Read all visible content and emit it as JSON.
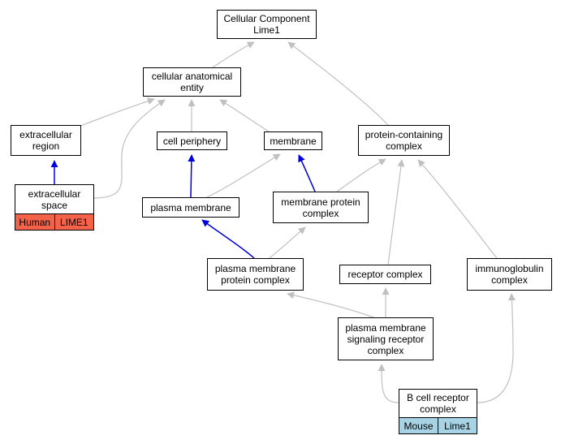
{
  "diagram": {
    "nodes": {
      "cellular_component": {
        "label": "Cellular Component\nLime1"
      },
      "cellular_anatomical_entity": {
        "label": "cellular anatomical\nentity"
      },
      "extracellular_region": {
        "label": "extracellular\nregion"
      },
      "cell_periphery": {
        "label": "cell periphery"
      },
      "membrane": {
        "label": "membrane"
      },
      "protein_containing_complex": {
        "label": "protein-containing\ncomplex"
      },
      "extracellular_space": {
        "label": "extracellular\nspace",
        "tags": [
          "Human",
          "LIME1"
        ]
      },
      "plasma_membrane": {
        "label": "plasma membrane"
      },
      "membrane_protein_complex": {
        "label": "membrane protein\ncomplex"
      },
      "plasma_membrane_protein_complex": {
        "label": "plasma membrane\nprotein complex"
      },
      "receptor_complex": {
        "label": "receptor complex"
      },
      "immunoglobulin_complex": {
        "label": "immunoglobulin\ncomplex"
      },
      "pm_signaling_receptor_complex": {
        "label": "plasma membrane\nsignaling receptor\ncomplex"
      },
      "b_cell_receptor_complex": {
        "label": "B cell receptor\ncomplex",
        "tags": [
          "Mouse",
          "Lime1"
        ]
      }
    },
    "edges": [
      {
        "from": "cellular_anatomical_entity",
        "to": "cellular_component",
        "kind": "is_a"
      },
      {
        "from": "protein_containing_complex",
        "to": "cellular_component",
        "kind": "is_a"
      },
      {
        "from": "extracellular_region",
        "to": "cellular_anatomical_entity",
        "kind": "is_a"
      },
      {
        "from": "cell_periphery",
        "to": "cellular_anatomical_entity",
        "kind": "is_a"
      },
      {
        "from": "membrane",
        "to": "cellular_anatomical_entity",
        "kind": "is_a"
      },
      {
        "from": "extracellular_space",
        "to": "cellular_anatomical_entity",
        "kind": "is_a"
      },
      {
        "from": "extracellular_space",
        "to": "extracellular_region",
        "kind": "part_of"
      },
      {
        "from": "plasma_membrane",
        "to": "cell_periphery",
        "kind": "part_of"
      },
      {
        "from": "plasma_membrane",
        "to": "membrane",
        "kind": "is_a"
      },
      {
        "from": "membrane_protein_complex",
        "to": "membrane",
        "kind": "part_of"
      },
      {
        "from": "membrane_protein_complex",
        "to": "protein_containing_complex",
        "kind": "is_a"
      },
      {
        "from": "plasma_membrane_protein_complex",
        "to": "plasma_membrane",
        "kind": "part_of"
      },
      {
        "from": "plasma_membrane_protein_complex",
        "to": "membrane_protein_complex",
        "kind": "is_a"
      },
      {
        "from": "receptor_complex",
        "to": "protein_containing_complex",
        "kind": "is_a"
      },
      {
        "from": "immunoglobulin_complex",
        "to": "protein_containing_complex",
        "kind": "is_a"
      },
      {
        "from": "pm_signaling_receptor_complex",
        "to": "plasma_membrane_protein_complex",
        "kind": "is_a"
      },
      {
        "from": "pm_signaling_receptor_complex",
        "to": "receptor_complex",
        "kind": "is_a"
      },
      {
        "from": "b_cell_receptor_complex",
        "to": "pm_signaling_receptor_complex",
        "kind": "is_a"
      },
      {
        "from": "b_cell_receptor_complex",
        "to": "immunoglobulin_complex",
        "kind": "is_a"
      }
    ],
    "colors": {
      "is_a_edge": "#c0c0c0",
      "part_of_edge": "#0000dd",
      "human_tag": "#f4624a",
      "mouse_tag": "#a8d3e5"
    }
  }
}
